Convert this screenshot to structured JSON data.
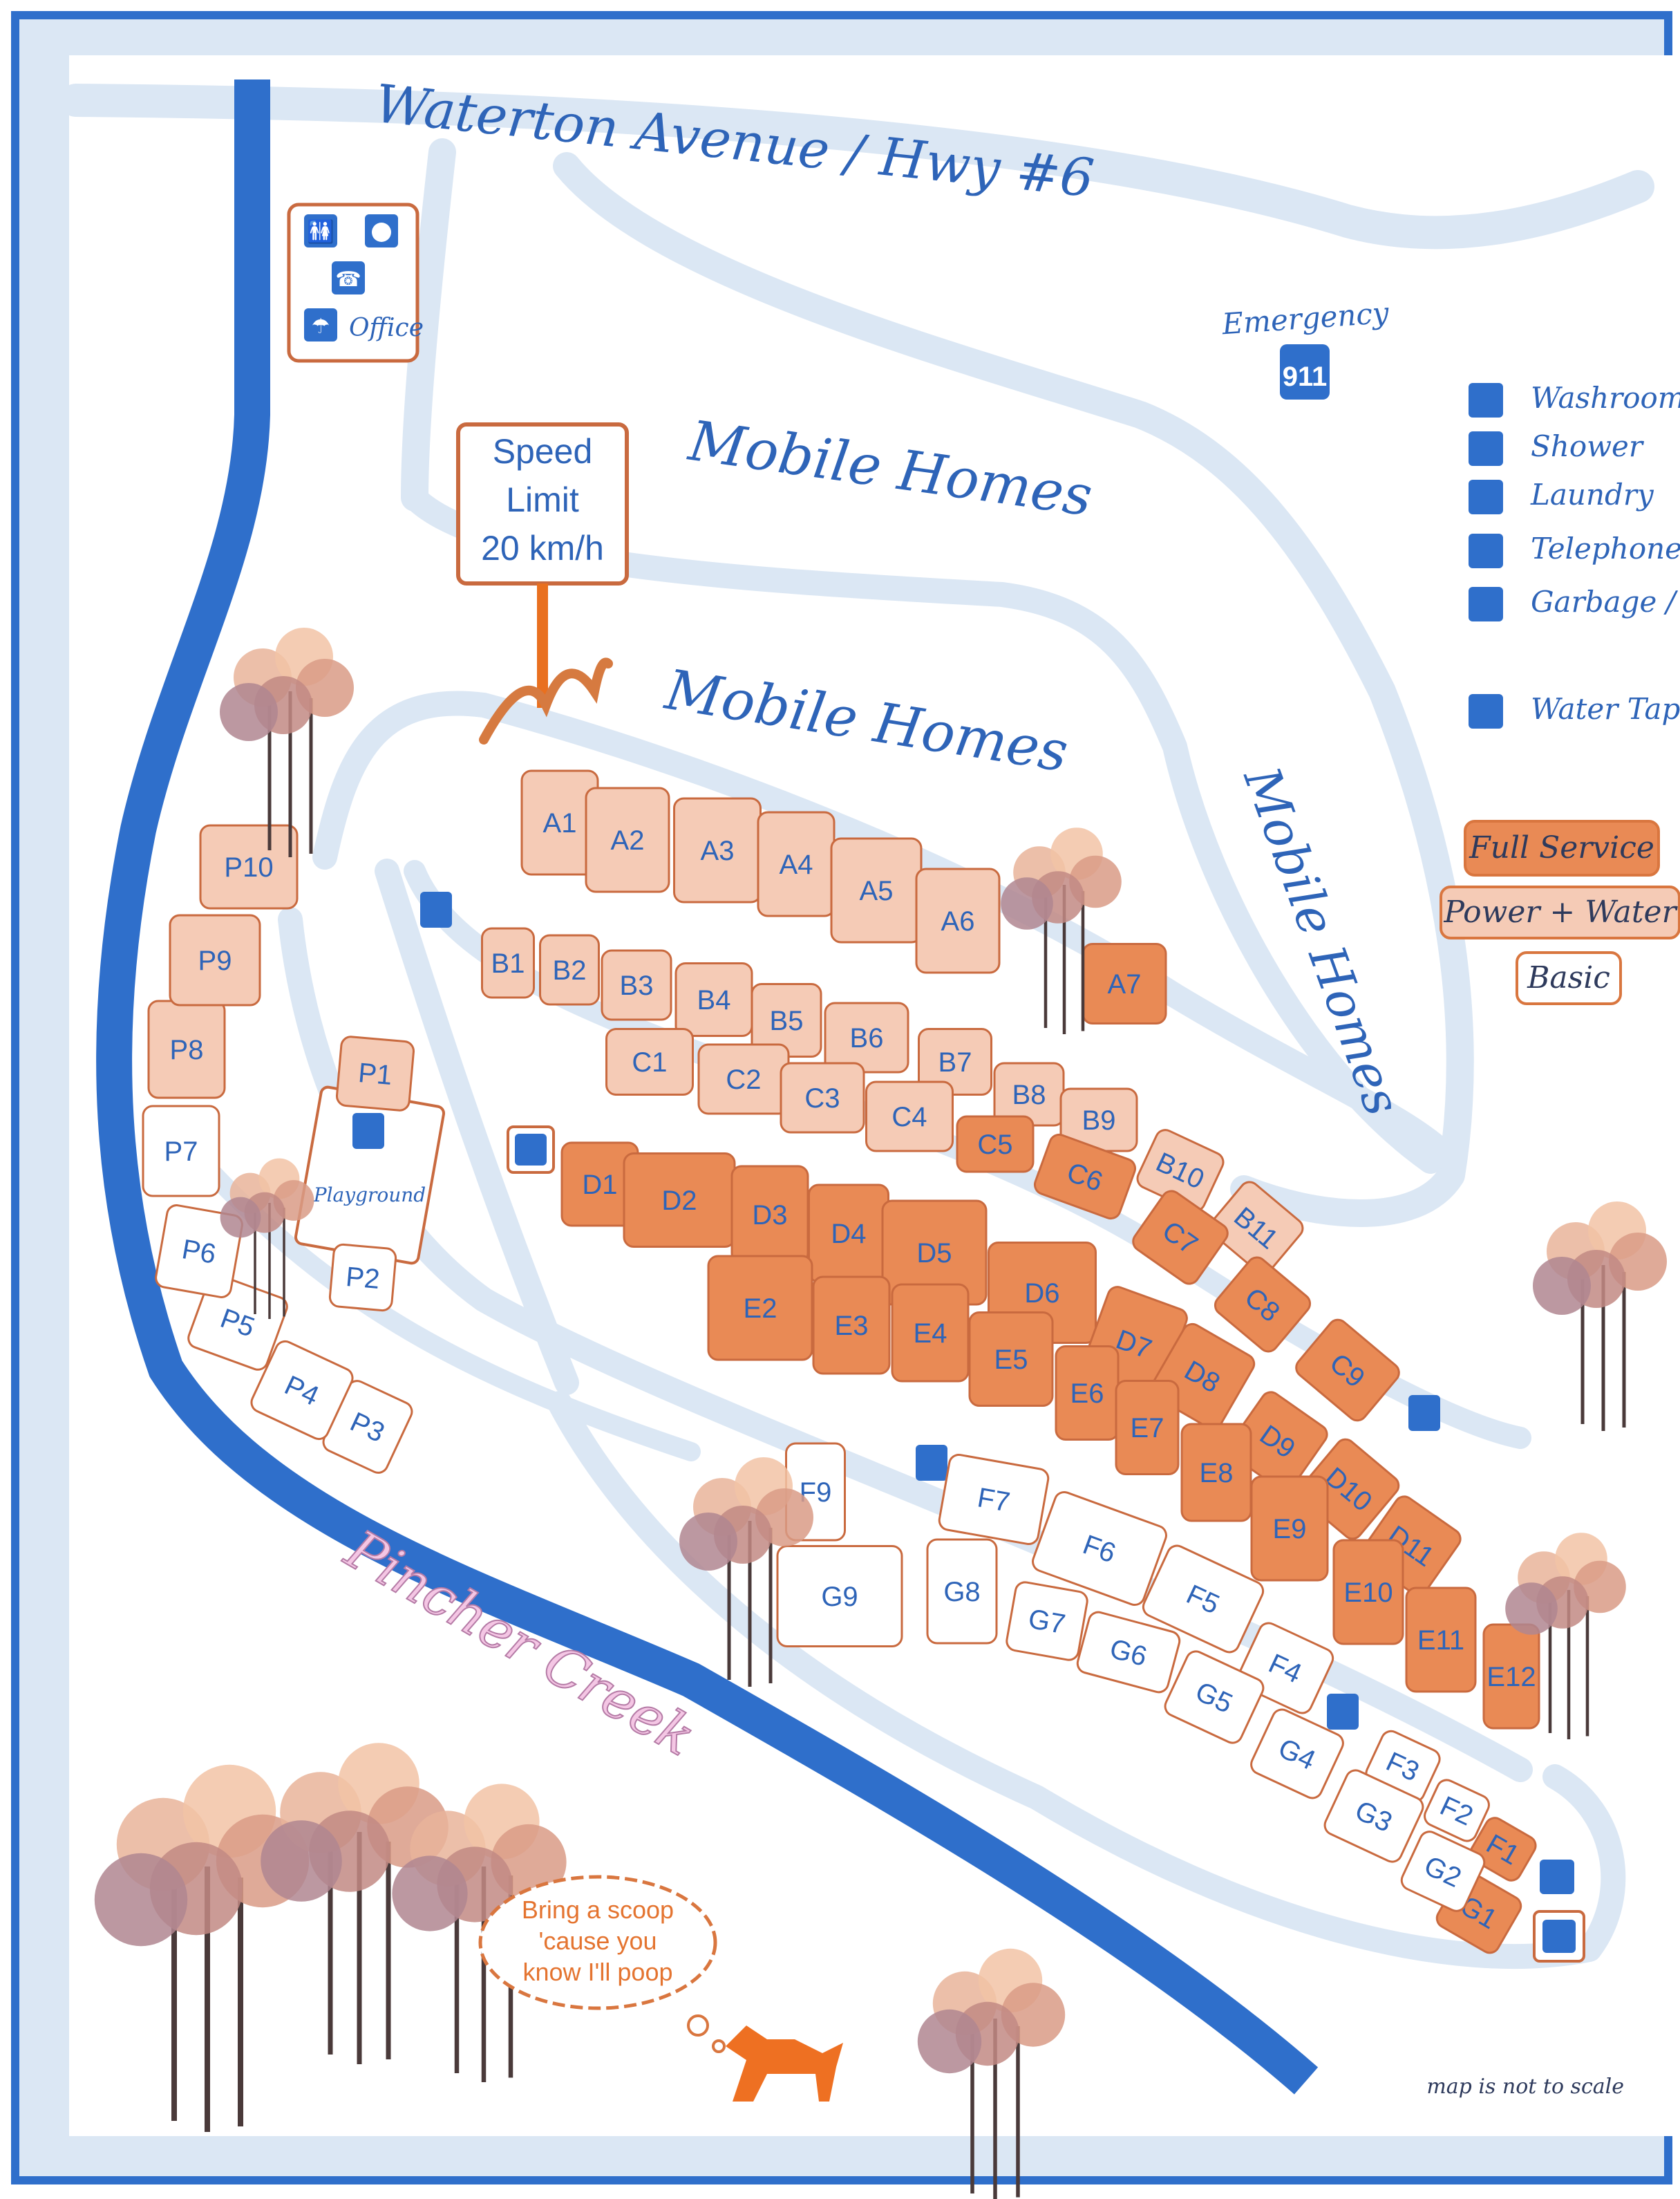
{
  "roads": {
    "highway": "Waterton Avenue  /  Hwy #6"
  },
  "areas": {
    "mobile_homes_1": "Mobile Homes",
    "mobile_homes_2": "Mobile Homes",
    "mobile_homes_3": "Mobile Homes"
  },
  "creek": "Pincher Creek",
  "office": {
    "label": "Office"
  },
  "emergency": {
    "label": "Emergency",
    "number": "911"
  },
  "speed_sign": {
    "line1": "Speed",
    "line2": "Limit",
    "line3": "20 km/h"
  },
  "playground": "Playground",
  "legend": {
    "items": [
      {
        "icon": "washroom-icon",
        "label": "Washrooms"
      },
      {
        "icon": "shower-icon",
        "label": "Shower"
      },
      {
        "icon": "laundry-icon",
        "label": "Laundry"
      },
      {
        "icon": "telephone-icon",
        "label": "Telephone"
      },
      {
        "icon": "garbage-icon",
        "label": "Garbage / Re"
      },
      {
        "icon": "water-tap-icon",
        "label": "Water Tap"
      }
    ],
    "service_types": [
      {
        "label": "Full Service",
        "color": "#e98a55"
      },
      {
        "label": "Power + Water",
        "color": "#f5cbb6"
      },
      {
        "label": "Basic",
        "color": "#ffffff"
      }
    ]
  },
  "dog_bubble": {
    "line1": "Bring a scoop",
    "line2": "'cause you",
    "line3": "know I'll poop"
  },
  "note": "map is not to scale",
  "colors": {
    "border": "#2f6fcb",
    "road": "#dbe7f4",
    "creek": "#2f6fcb",
    "text_blue": "#2e64b8",
    "full_service": "#e98a55",
    "power_water": "#f5cbb6",
    "basic": "#ffffff",
    "site_stroke": "#c96a3f"
  },
  "sites": [
    {
      "id": "A1",
      "service": "power_water"
    },
    {
      "id": "A2",
      "service": "power_water"
    },
    {
      "id": "A3",
      "service": "power_water"
    },
    {
      "id": "A4",
      "service": "power_water"
    },
    {
      "id": "A5",
      "service": "power_water"
    },
    {
      "id": "A6",
      "service": "power_water"
    },
    {
      "id": "A7",
      "service": "full"
    },
    {
      "id": "B1",
      "service": "power_water"
    },
    {
      "id": "B2",
      "service": "power_water"
    },
    {
      "id": "B3",
      "service": "power_water"
    },
    {
      "id": "B4",
      "service": "power_water"
    },
    {
      "id": "B5",
      "service": "power_water"
    },
    {
      "id": "B6",
      "service": "power_water"
    },
    {
      "id": "B7",
      "service": "power_water"
    },
    {
      "id": "B8",
      "service": "power_water"
    },
    {
      "id": "B9",
      "service": "power_water"
    },
    {
      "id": "B10",
      "service": "power_water"
    },
    {
      "id": "B11",
      "service": "power_water"
    },
    {
      "id": "C1",
      "service": "power_water"
    },
    {
      "id": "C2",
      "service": "power_water"
    },
    {
      "id": "C3",
      "service": "power_water"
    },
    {
      "id": "C4",
      "service": "power_water"
    },
    {
      "id": "C5",
      "service": "full"
    },
    {
      "id": "C6",
      "service": "full"
    },
    {
      "id": "C7",
      "service": "full"
    },
    {
      "id": "C8",
      "service": "full"
    },
    {
      "id": "C9",
      "service": "full"
    },
    {
      "id": "D1",
      "service": "full"
    },
    {
      "id": "D2",
      "service": "full"
    },
    {
      "id": "D3",
      "service": "full"
    },
    {
      "id": "D4",
      "service": "full"
    },
    {
      "id": "D5",
      "service": "full"
    },
    {
      "id": "D6",
      "service": "full"
    },
    {
      "id": "D7",
      "service": "full"
    },
    {
      "id": "D8",
      "service": "full"
    },
    {
      "id": "D9",
      "service": "full"
    },
    {
      "id": "D10",
      "service": "full"
    },
    {
      "id": "D11",
      "service": "full"
    },
    {
      "id": "E2",
      "service": "full"
    },
    {
      "id": "E3",
      "service": "full"
    },
    {
      "id": "E4",
      "service": "full"
    },
    {
      "id": "E5",
      "service": "full"
    },
    {
      "id": "E6",
      "service": "full"
    },
    {
      "id": "E7",
      "service": "full"
    },
    {
      "id": "E8",
      "service": "full"
    },
    {
      "id": "E9",
      "service": "full"
    },
    {
      "id": "E10",
      "service": "full"
    },
    {
      "id": "E11",
      "service": "full"
    },
    {
      "id": "E12",
      "service": "full"
    },
    {
      "id": "F1",
      "service": "full"
    },
    {
      "id": "F2",
      "service": "basic"
    },
    {
      "id": "F3",
      "service": "basic"
    },
    {
      "id": "F4",
      "service": "basic"
    },
    {
      "id": "F5",
      "service": "basic"
    },
    {
      "id": "F6",
      "service": "basic"
    },
    {
      "id": "F7",
      "service": "basic"
    },
    {
      "id": "F9",
      "service": "basic"
    },
    {
      "id": "G1",
      "service": "full"
    },
    {
      "id": "G2",
      "service": "basic"
    },
    {
      "id": "G3",
      "service": "basic"
    },
    {
      "id": "G4",
      "service": "basic"
    },
    {
      "id": "G5",
      "service": "basic"
    },
    {
      "id": "G6",
      "service": "basic"
    },
    {
      "id": "G7",
      "service": "basic"
    },
    {
      "id": "G8",
      "service": "basic"
    },
    {
      "id": "G9",
      "service": "basic"
    },
    {
      "id": "P1",
      "service": "power_water"
    },
    {
      "id": "P2",
      "service": "basic"
    },
    {
      "id": "P3",
      "service": "basic"
    },
    {
      "id": "P4",
      "service": "basic"
    },
    {
      "id": "P5",
      "service": "basic"
    },
    {
      "id": "P6",
      "service": "basic"
    },
    {
      "id": "P7",
      "service": "basic"
    },
    {
      "id": "P8",
      "service": "power_water"
    },
    {
      "id": "P9",
      "service": "power_water"
    },
    {
      "id": "P10",
      "service": "power_water"
    }
  ]
}
